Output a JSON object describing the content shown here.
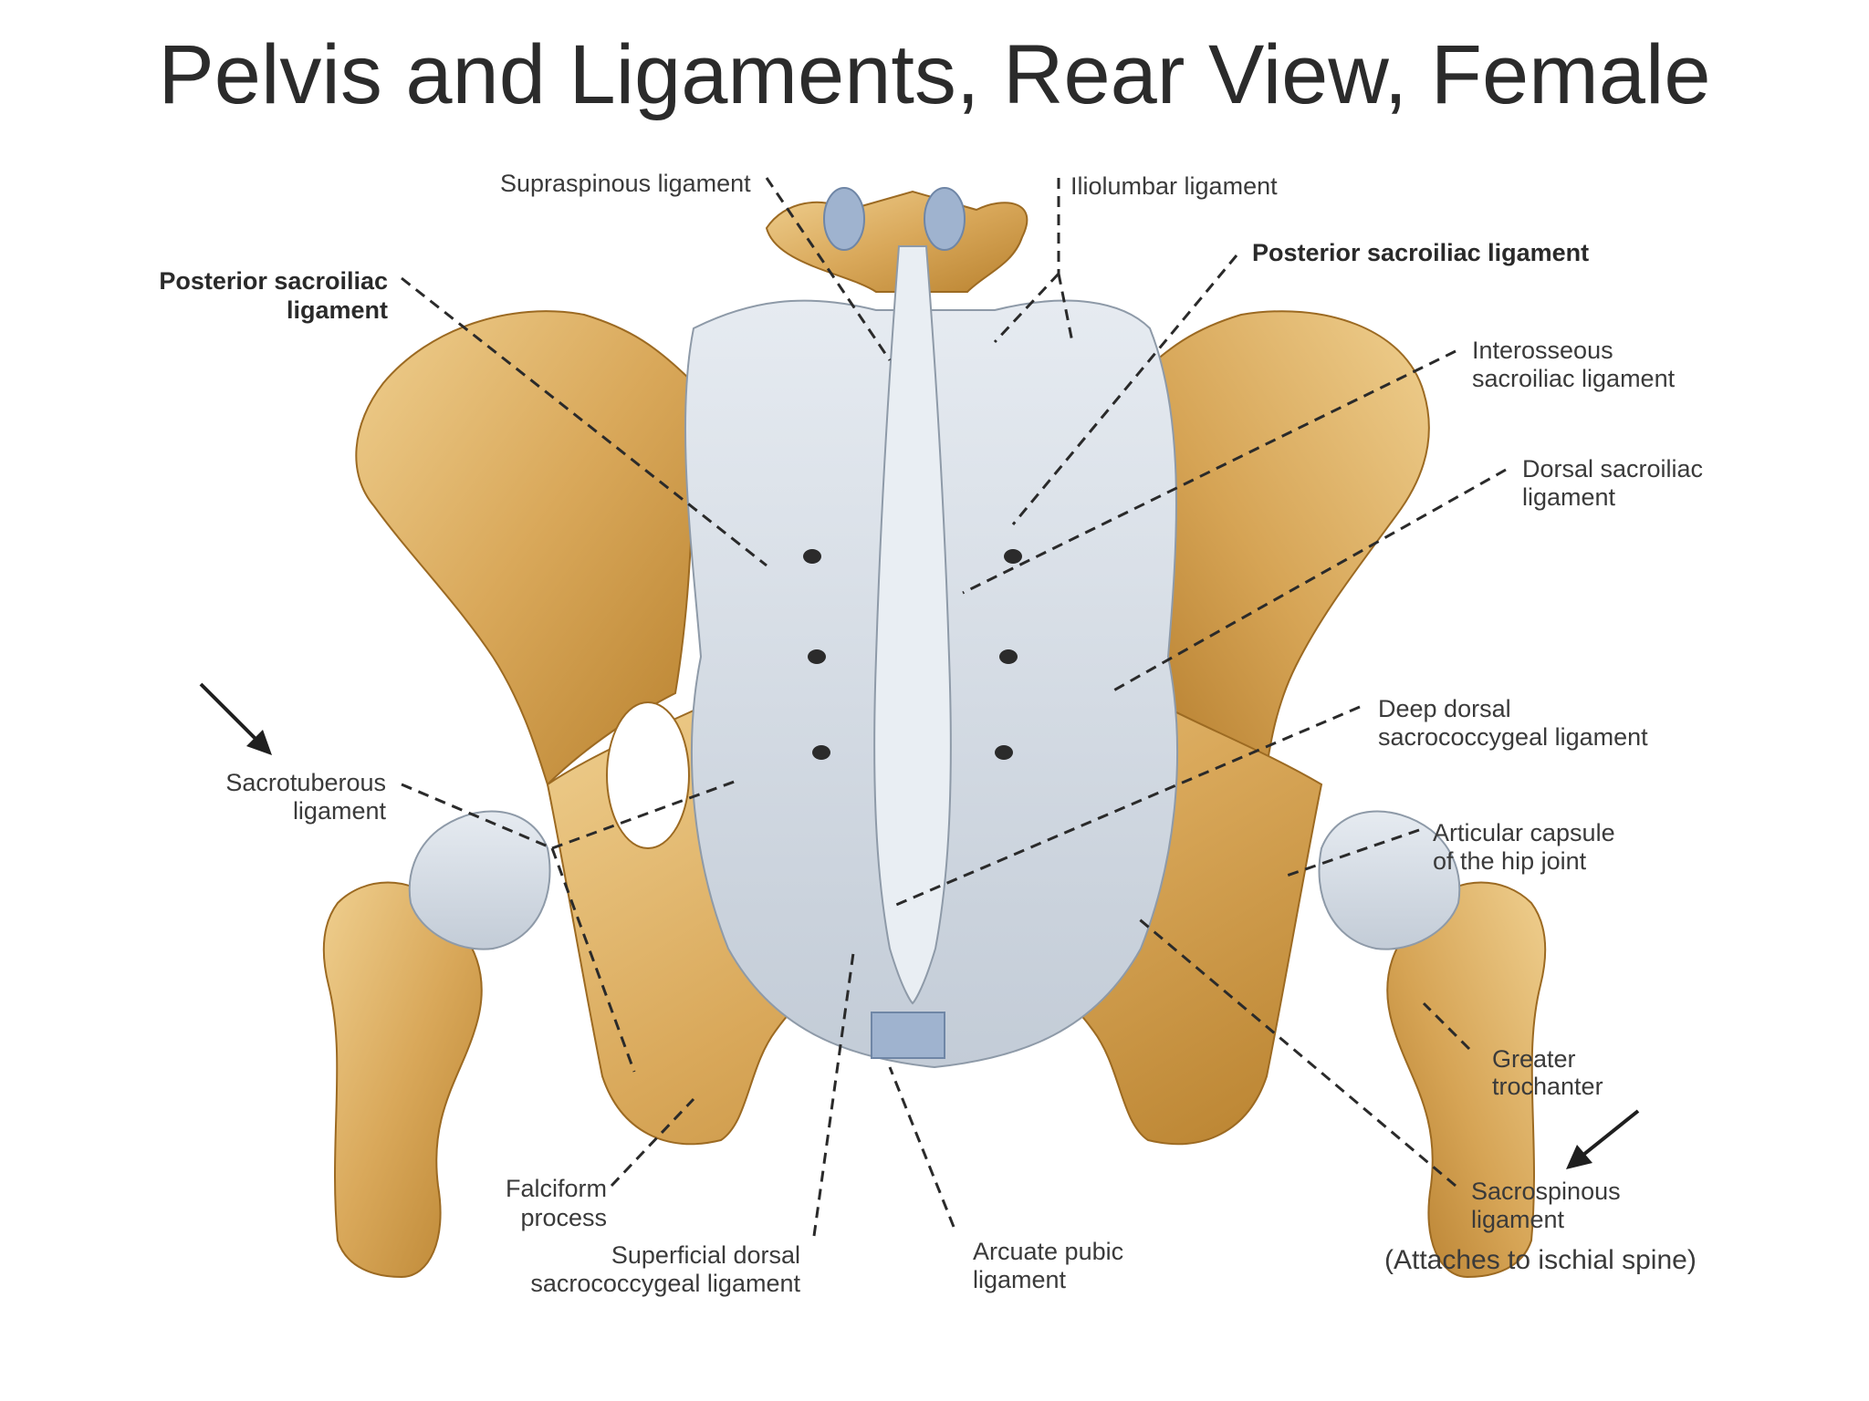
{
  "title": "Pelvis and Ligaments, Rear View, Female",
  "labels": {
    "supraspinous": "Supraspinous ligament",
    "iliolumbar": "Iliolumbar ligament",
    "post_sacroiliac_left_1": "Posterior sacroiliac",
    "post_sacroiliac_left_2": "ligament",
    "post_sacroiliac_right": "Posterior sacroiliac ligament",
    "interosseous_1": "Interosseous",
    "interosseous_2": "sacroiliac ligament",
    "dorsal_sacroiliac_1": "Dorsal sacroiliac",
    "dorsal_sacroiliac_2": "ligament",
    "deep_dorsal_1": "Deep dorsal",
    "deep_dorsal_2": "sacrococcygeal ligament",
    "sacrotuberous_1": "Sacrotuberous",
    "sacrotuberous_2": "ligament",
    "articular_capsule_1": "Articular capsule",
    "articular_capsule_2": "of the hip joint",
    "greater_trochanter_1": "Greater",
    "greater_trochanter_2": "trochanter",
    "sacrospinous_1": "Sacrospinous",
    "sacrospinous_2": "ligament",
    "sacrospinous_note": "(Attaches to ischial spine)",
    "falciform_1": "Falciform",
    "falciform_2": "process",
    "superficial_dorsal_1": "Superficial dorsal",
    "superficial_dorsal_2": "sacrococcygeal ligament",
    "arcuate_pubic_1": "Arcuate pubic",
    "arcuate_pubic_2": "ligament"
  },
  "colors": {
    "bone": "#d9a85a",
    "bone_dark": "#b9822f",
    "bone_light": "#efcf8f",
    "ligament": "#d6dde6",
    "ligament_shade": "#aeb9c6",
    "cartilage": "#9fb3cf",
    "text": "#3a3a3a"
  }
}
